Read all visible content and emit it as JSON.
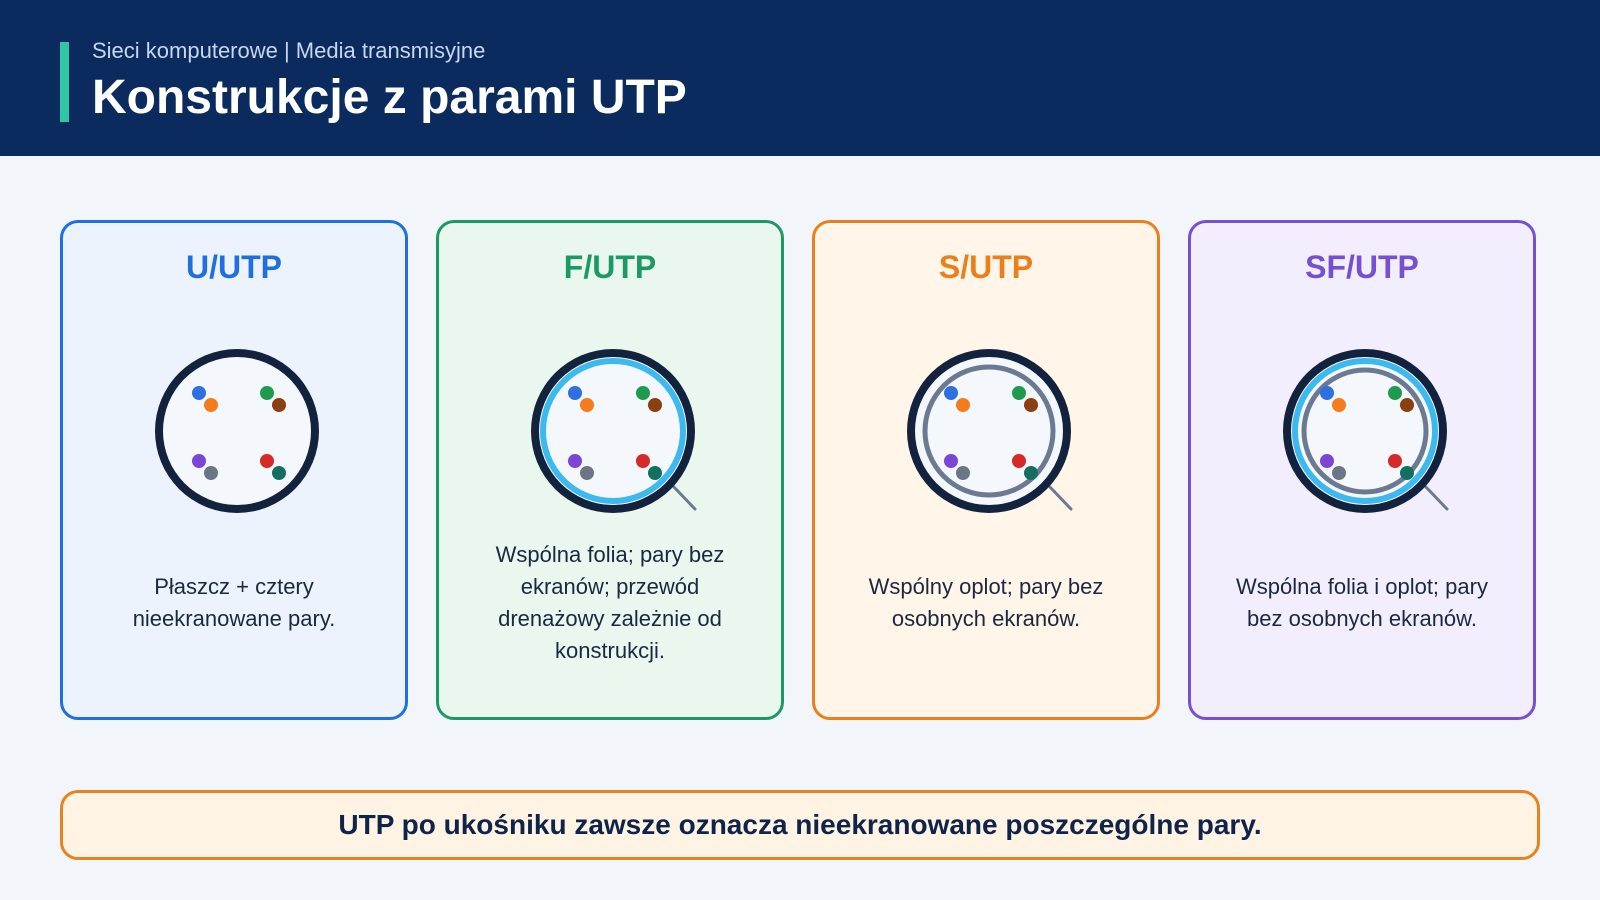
{
  "header": {
    "subtitle": "Sieci komputerowe | Media transmisyjne",
    "title": "Konstrukcje z parami UTP"
  },
  "colors": {
    "header_bg": "#0b2a5e",
    "accent_bar": "#2fc5a5",
    "jacket": "#13233d",
    "foil": "#3cb9ee",
    "braid": "#6b7a90",
    "note_border": "#e8821e"
  },
  "pairs": [
    [
      "#2f6fe0",
      "#f57c1c"
    ],
    [
      "#1e9b4f",
      "#8a4010"
    ],
    [
      "#7b46d8",
      "#6b7585"
    ],
    [
      "#d62a2a",
      "#137060"
    ]
  ],
  "cards": [
    {
      "title": "U/UTP",
      "description": "Płaszcz + cztery nieekranowane pary.",
      "color": "#1f6fdf",
      "bg": "#edf3fd",
      "foil": false,
      "braid": false
    },
    {
      "title": "F/UTP",
      "description": "Wspólna folia; pary bez ekranów; przewód drenażowy zależnie od konstrukcji.",
      "color": "#1b9b63",
      "bg": "#e9f7ef",
      "foil": true,
      "braid": false
    },
    {
      "title": "S/UTP",
      "description": "Wspólny oplot; pary bez osobnych ekranów.",
      "color": "#ea7f1c",
      "bg": "#fff5e8",
      "foil": false,
      "braid": true
    },
    {
      "title": "SF/UTP",
      "description": "Wspólna folia i oplot; pary bez osobnych ekranów.",
      "color": "#7650d0",
      "bg": "#f2eefd",
      "foil": true,
      "braid": true
    }
  ],
  "note": "UTP po ukośniku zawsze oznacza nieekranowane poszczególne pary."
}
